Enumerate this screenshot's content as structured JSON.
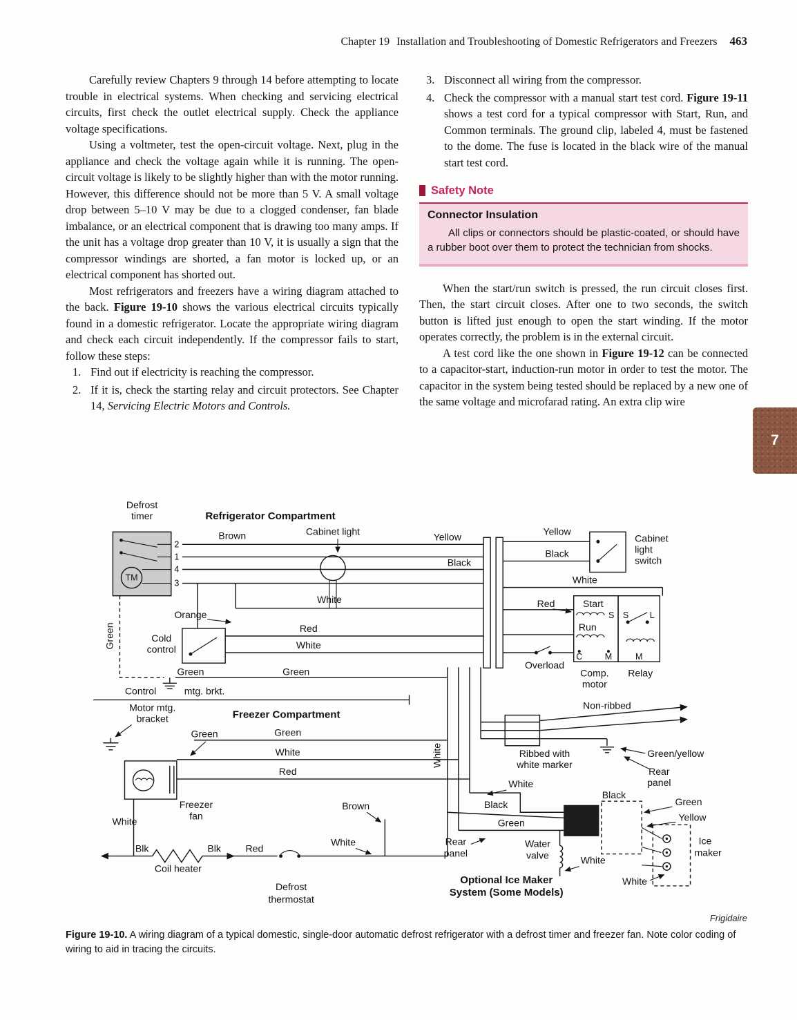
{
  "header": {
    "chapter": "Chapter 19",
    "title": "Installation and Troubleshooting of Domestic Refrigerators and Freezers",
    "page_number": "463"
  },
  "tab_number": "7",
  "left_column": {
    "para1": "Carefully review Chapters 9 through 14 before attempting to locate trouble in electrical systems. When checking and servicing electrical circuits, first check the outlet electrical supply. Check the appliance voltage specifications.",
    "para2": "Using a voltmeter, test the open-circuit voltage. Next, plug in the appliance and check the voltage again while it is running. The open-circuit voltage is likely to be slightly higher than with the motor running. However, this difference should not be more than 5 V. A small voltage drop between 5–10 V may be due to a clogged condenser, fan blade imbalance, or an electrical component that is drawing too many amps. If the unit has a voltage drop greater than 10 V, it is usually a sign that the compressor windings are shorted, a fan motor is locked up, or an electrical component has shorted out.",
    "para3_pre": "Most refrigerators and freezers have a wiring diagram attached to the back. ",
    "para3_figref": "Figure 19-10",
    "para3_post": " shows the various electrical circuits typically found in a domestic refrigerator. Locate the appropriate wiring diagram and check each circuit independently. If the compressor fails to start, follow these steps:",
    "steps": [
      {
        "num": "1.",
        "text": "Find out if electricity is reaching the compressor.",
        "italic": ""
      },
      {
        "num": "2.",
        "text": "If it is, check the starting relay and circuit protectors. See Chapter 14, ",
        "italic": "Servicing Electric Motors and Controls."
      }
    ]
  },
  "right_column": {
    "steps": [
      {
        "num": "3.",
        "pre": "Disconnect all wiring from the compressor.",
        "figref": "",
        "post": ""
      },
      {
        "num": "4.",
        "pre": "Check the compressor with a manual start test cord. ",
        "figref": "Figure 19-11",
        "post": " shows a test cord for a typical compressor with Start, Run, and Common terminals. The ground clip, labeled 4, must be fastened to the dome. The fuse is located in the black wire of the manual start test cord."
      }
    ],
    "safety_note_label": "Safety Note",
    "note_title": "Connector Insulation",
    "note_body": "All clips or connectors should be plastic-coated, or should have a rubber boot over them to protect the technician from shocks.",
    "para1": "When the start/run switch is pressed, the run circuit closes first. Then, the start circuit closes. After one to two seconds, the switch button is lifted just enough to open the start winding. If the motor operates correctly, the problem is in the external circuit.",
    "para2_pre": "A test cord like the one shown in ",
    "para2_figref": "Figure 19-12",
    "para2_post": " can be connected to a capacitor-start, induction-run motor in order to test the motor. The capacitor in the system being tested should be replaced by a new one of the same voltage and microfarad rating. An extra clip wire"
  },
  "diagram": {
    "labels": {
      "defrost_timer": [
        "Defrost",
        "timer"
      ],
      "refrigerator_compartment": "Refrigerator Compartment",
      "terminals": [
        "2",
        "1",
        "4",
        "3"
      ],
      "tm": "TM",
      "brown_top": "Brown",
      "cabinet_light": "Cabinet light",
      "white_under_light": "White",
      "yellow_mid": "Yellow",
      "black_mid": "Black",
      "yellow_top_right": "Yellow",
      "black_top_right": "Black",
      "cabinet_light_switch": [
        "Cabinet",
        "light",
        "switch"
      ],
      "white_top_right": "White",
      "red_to_start": "Red",
      "start_label": "Start",
      "s_motor": "S",
      "run_label": "Run",
      "c_label": "C",
      "m_motor": "M",
      "s_relay": "S",
      "l_relay": "L",
      "m_relay": "M",
      "overload": "Overload",
      "comp_motor": [
        "Comp.",
        "motor"
      ],
      "relay": "Relay",
      "orange": "Orange",
      "cold_control": [
        "Cold",
        "control"
      ],
      "red_mid": "Red",
      "white_mid": "White",
      "green_left": "Green",
      "green_ground": "Green",
      "control": "Control",
      "mtg_brkt": "mtg. brkt.",
      "green_wire": "Green",
      "freezer_compartment": "Freezer Compartment",
      "motor_mtg_bracket": [
        "Motor mtg.",
        "bracket"
      ],
      "green_fan": "Green",
      "green_freezer": "Green",
      "white_freezer": "White",
      "red_freezer": "Red",
      "white_vertical": "White",
      "non_ribbed": "Non-ribbed",
      "ribbed": [
        "Ribbed with",
        "white marker"
      ],
      "green_yellow": "Green/yellow",
      "rear_panel_right": [
        "Rear",
        "panel"
      ],
      "white_mid_arrow": "White",
      "black_bottom_mid": "Black",
      "green_bottom_mid": "Green",
      "freezer_fan": [
        "Freezer",
        "fan"
      ],
      "white_bottom_left": "White",
      "brown_bottom": "Brown",
      "blk_1": "Blk",
      "blk_2": "Blk",
      "red_bottom": "Red",
      "white_bottom_mid": "White",
      "coil_heater": "Coil heater",
      "defrost_thermostat": [
        "Defrost",
        "thermostat"
      ],
      "rear_panel_bottom": [
        "Rear",
        "panel"
      ],
      "water_valve": [
        "Water",
        "valve"
      ],
      "white_water_valve": "White",
      "black_right": "Black",
      "green_right": "Green",
      "yellow_right": "Yellow",
      "ice_maker": [
        "Ice",
        "maker"
      ],
      "white_ice_maker": "White",
      "optional_title": [
        "Optional Ice Maker",
        "System (Some Models)"
      ]
    }
  },
  "caption": {
    "label": "Figure 19-10.",
    "text": " A wiring diagram of a typical domestic, single-door automatic defrost refrigerator with a defrost timer and freezer fan. Note color coding of wiring to aid in tracing the circuits.",
    "credit": "Frigidaire"
  }
}
